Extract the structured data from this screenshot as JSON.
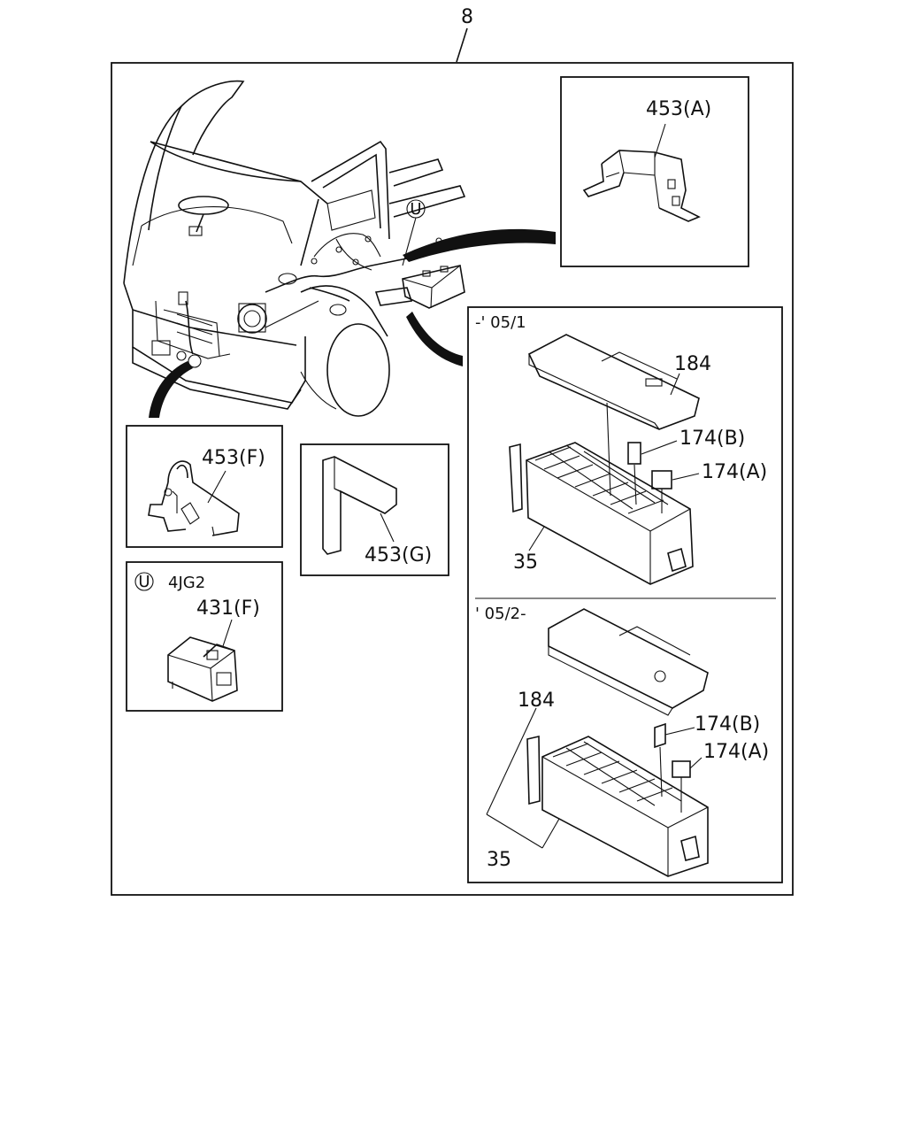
{
  "page_number": "8",
  "panels": {
    "top_right": {
      "label": "453(A)"
    },
    "fuse_box_early": {
      "period": "-' 05/1",
      "cover": "184",
      "fuse_b": "174(B)",
      "fuse_a": "174(A)",
      "box": "35"
    },
    "fuse_box_late": {
      "period": "' 05/2-",
      "cover": "184",
      "fuse_b": "174(B)",
      "fuse_a": "174(A)",
      "box": "35"
    },
    "clamp_f": {
      "label": "453(F)"
    },
    "bracket_g": {
      "label": "453(G)"
    },
    "relay": {
      "marker": "U",
      "engine": "4JG2",
      "label": "431(F)"
    }
  },
  "truck": {
    "marker": "U"
  }
}
